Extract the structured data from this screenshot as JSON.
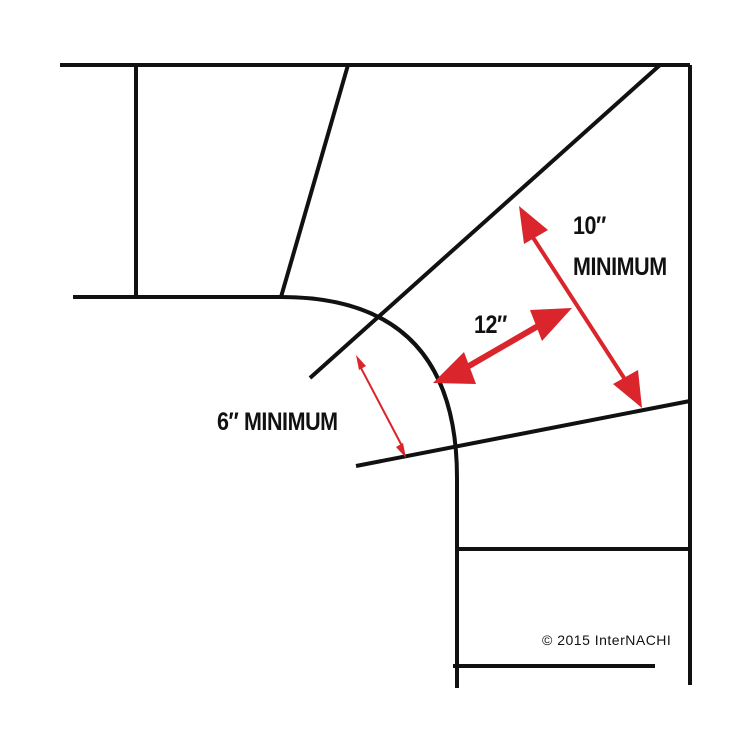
{
  "diagram": {
    "labels": {
      "tread_depth": "12″",
      "min_tread_top": "10″",
      "min_tread_word": "MINIMUM",
      "narrow_end": "6″ MINIMUM"
    },
    "copyright": "© 2015 InterNACHI",
    "colors": {
      "line": "#111111",
      "arrow": "#d9252b",
      "background": "#ffffff"
    }
  }
}
